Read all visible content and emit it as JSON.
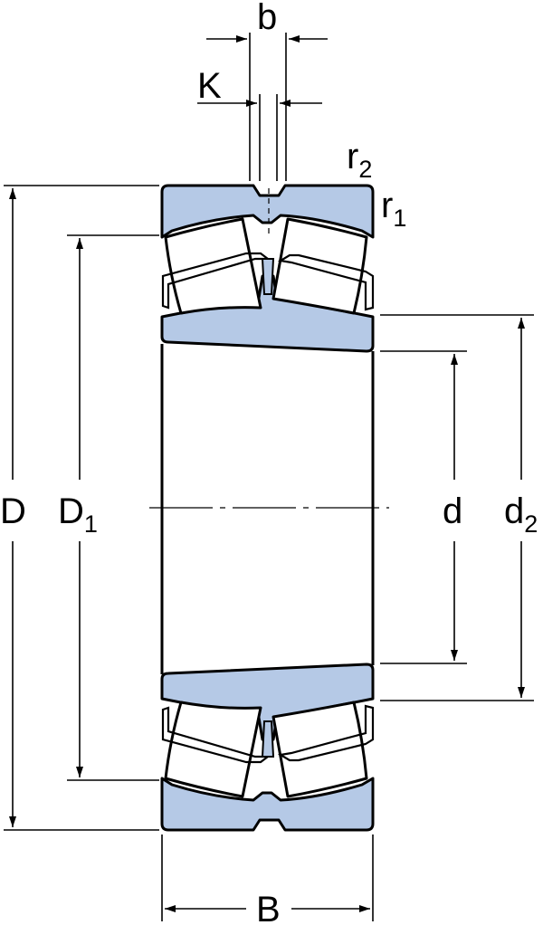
{
  "colors": {
    "ring_fill": "#b5c9e6",
    "line": "#000000",
    "background": "#ffffff",
    "roller_fill": "#ffffff"
  },
  "labels": {
    "b": "b",
    "K": "K",
    "r2_main": "r",
    "r2_sub": "2",
    "r1_main": "r",
    "r1_sub": "1",
    "D": "D",
    "D1_main": "D",
    "D1_sub": "1",
    "d": "d",
    "d2_main": "d",
    "d2_sub": "2",
    "B": "B"
  }
}
